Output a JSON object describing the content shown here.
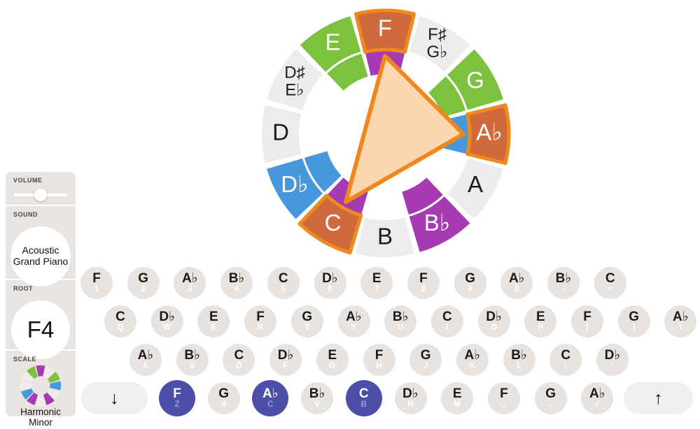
{
  "sidebar": {
    "volume_label": "VOLUME",
    "volume_percent": 50,
    "sound_label": "SOUND",
    "sound_value": "Acoustic Grand Piano",
    "root_label": "ROOT",
    "root_value": "F4",
    "scale_label": "SCALE",
    "scale_value": "Harmonic Minor"
  },
  "wheel": {
    "notes": [
      {
        "label": "F",
        "quality": "minor",
        "chord": true
      },
      {
        "label": "F♯/G♭",
        "lines": [
          "F♯",
          "G♭"
        ],
        "quality": "none",
        "chord": false
      },
      {
        "label": "G",
        "quality": "dim",
        "chord": false
      },
      {
        "label": "A♭",
        "quality": "major",
        "chord": true
      },
      {
        "label": "A",
        "quality": "none",
        "chord": false
      },
      {
        "label": "B♭",
        "quality": "minor",
        "chord": false
      },
      {
        "label": "B",
        "quality": "none",
        "chord": false
      },
      {
        "label": "C",
        "quality": "minor",
        "chord": true
      },
      {
        "label": "D♭",
        "quality": "major",
        "chord": false
      },
      {
        "label": "D",
        "quality": "none",
        "chord": false
      },
      {
        "label": "D♯/E♭",
        "lines": [
          "D♯",
          "E♭"
        ],
        "quality": "none",
        "chord": false
      },
      {
        "label": "E",
        "quality": "dim",
        "chord": false
      }
    ],
    "pointer_targets": [
      "F",
      "A♭",
      "C"
    ],
    "colors": {
      "chord_fill": "#cf6a3c",
      "chord_border": "#f18a1e",
      "minor": "#a53ab2",
      "major": "#4697dc",
      "dim": "#7dc23f",
      "none": "#ececef",
      "pointer_fill": "#fbd7af",
      "pointer_border": "#f0861d",
      "label_on_color": "#ffffff",
      "label_on_gray": "#1d1d1d"
    }
  },
  "keyboard": {
    "active_color": "#4c4fa8",
    "active_key_label_color": "#989ce0",
    "octave_down_symbol": "↓",
    "octave_up_symbol": "↑",
    "rows": [
      {
        "buttons": [
          {
            "note": "F",
            "key": "1"
          },
          {
            "note": "G",
            "key": "2"
          },
          {
            "note": "A♭",
            "key": "3"
          },
          {
            "note": "B♭",
            "key": "4"
          },
          {
            "note": "C",
            "key": "5"
          },
          {
            "note": "D♭",
            "key": "6"
          },
          {
            "note": "E",
            "key": "7"
          },
          {
            "note": "F",
            "key": "8"
          },
          {
            "note": "G",
            "key": "9"
          },
          {
            "note": "A♭",
            "key": "0"
          },
          {
            "note": "B♭",
            "key": "-"
          },
          {
            "note": "C",
            "key": "="
          }
        ]
      },
      {
        "buttons": [
          {
            "note": "C",
            "key": "Q"
          },
          {
            "note": "D♭",
            "key": "W"
          },
          {
            "note": "E",
            "key": "E"
          },
          {
            "note": "F",
            "key": "R"
          },
          {
            "note": "G",
            "key": "T"
          },
          {
            "note": "A♭",
            "key": "Y"
          },
          {
            "note": "B♭",
            "key": "U"
          },
          {
            "note": "C",
            "key": "I"
          },
          {
            "note": "D♭",
            "key": "O"
          },
          {
            "note": "E",
            "key": "P"
          },
          {
            "note": "F",
            "key": "["
          },
          {
            "note": "G",
            "key": "]"
          },
          {
            "note": "A♭",
            "key": "\\"
          }
        ]
      },
      {
        "buttons": [
          {
            "note": "A♭",
            "key": "A"
          },
          {
            "note": "B♭",
            "key": "S"
          },
          {
            "note": "C",
            "key": "D"
          },
          {
            "note": "D♭",
            "key": "F"
          },
          {
            "note": "E",
            "key": "G"
          },
          {
            "note": "F",
            "key": "H"
          },
          {
            "note": "G",
            "key": "J"
          },
          {
            "note": "A♭",
            "key": "K"
          },
          {
            "note": "B♭",
            "key": "L"
          },
          {
            "note": "C",
            "key": ";"
          },
          {
            "note": "D♭",
            "key": "'"
          }
        ]
      },
      {
        "buttons": [
          {
            "note": "F",
            "key": "Z",
            "active": true
          },
          {
            "note": "G",
            "key": "X"
          },
          {
            "note": "A♭",
            "key": "C",
            "active": true
          },
          {
            "note": "B♭",
            "key": "V"
          },
          {
            "note": "C",
            "key": "B",
            "active": true
          },
          {
            "note": "D♭",
            "key": "N"
          },
          {
            "note": "E",
            "key": "M"
          },
          {
            "note": "F",
            "key": ","
          },
          {
            "note": "G",
            "key": "."
          },
          {
            "note": "A♭",
            "key": "/"
          }
        ]
      }
    ]
  }
}
